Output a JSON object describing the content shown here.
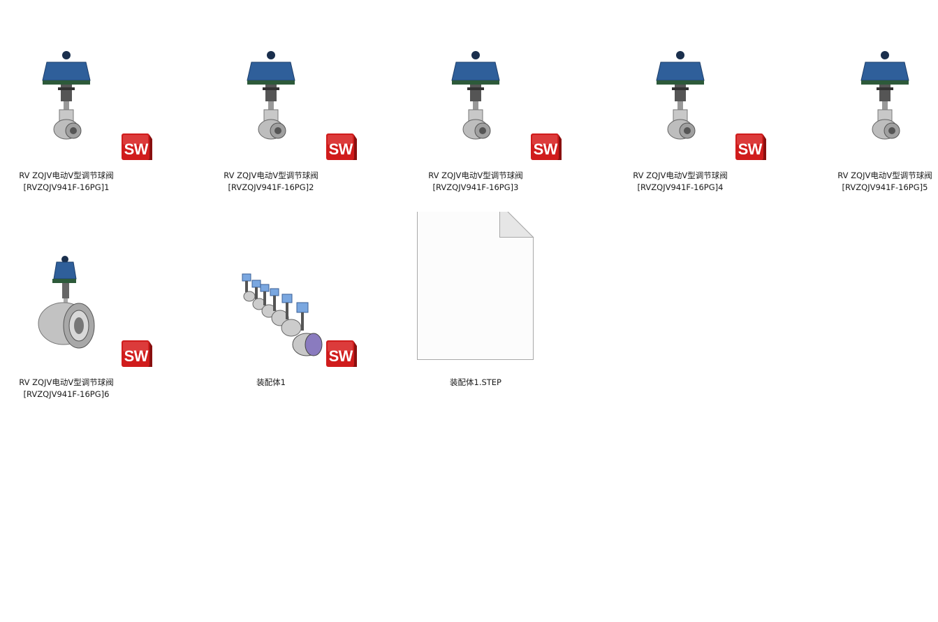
{
  "files": [
    {
      "line1": "RV ZQJV电动V型调节球阀",
      "line2": "[RVZQJV941F-16PG]1",
      "thumb": "valve-small-icon",
      "badge": "solidworks-icon"
    },
    {
      "line1": "RV ZQJV电动V型调节球阀",
      "line2": "[RVZQJV941F-16PG]2",
      "thumb": "valve-small-icon",
      "badge": "solidworks-icon"
    },
    {
      "line1": "RV ZQJV电动V型调节球阀",
      "line2": "[RVZQJV941F-16PG]3",
      "thumb": "valve-small-icon",
      "badge": "solidworks-icon"
    },
    {
      "line1": "RV ZQJV电动V型调节球阀",
      "line2": "[RVZQJV941F-16PG]4",
      "thumb": "valve-small-icon",
      "badge": "solidworks-icon"
    },
    {
      "line1": "RV ZQJV电动V型调节球阀",
      "line2": "[RVZQJV941F-16PG]5",
      "thumb": "valve-small-icon",
      "badge": "solidworks-icon"
    },
    {
      "line1": "RV ZQJV电动V型调节球阀",
      "line2": "[RVZQJV941F-16PG]6",
      "thumb": "valve-large-icon",
      "badge": "solidworks-icon"
    },
    {
      "line1": "装配体1",
      "line2": "",
      "thumb": "assembly-icon",
      "badge": "solidworks-icon"
    },
    {
      "line1": "装配体1.STEP",
      "line2": "",
      "thumb": "blank-file-icon",
      "badge": ""
    }
  ],
  "badge_text": {
    "s": "S",
    "w": "W"
  },
  "colors": {
    "actuator_blue": "#2f5f9a",
    "actuator_dark": "#1e3f6b",
    "mount_green": "#2d5a3a",
    "metal": "#b8b8b8",
    "badge_red": "#d01c1c",
    "assembly_blue": "#7aa7e0"
  }
}
